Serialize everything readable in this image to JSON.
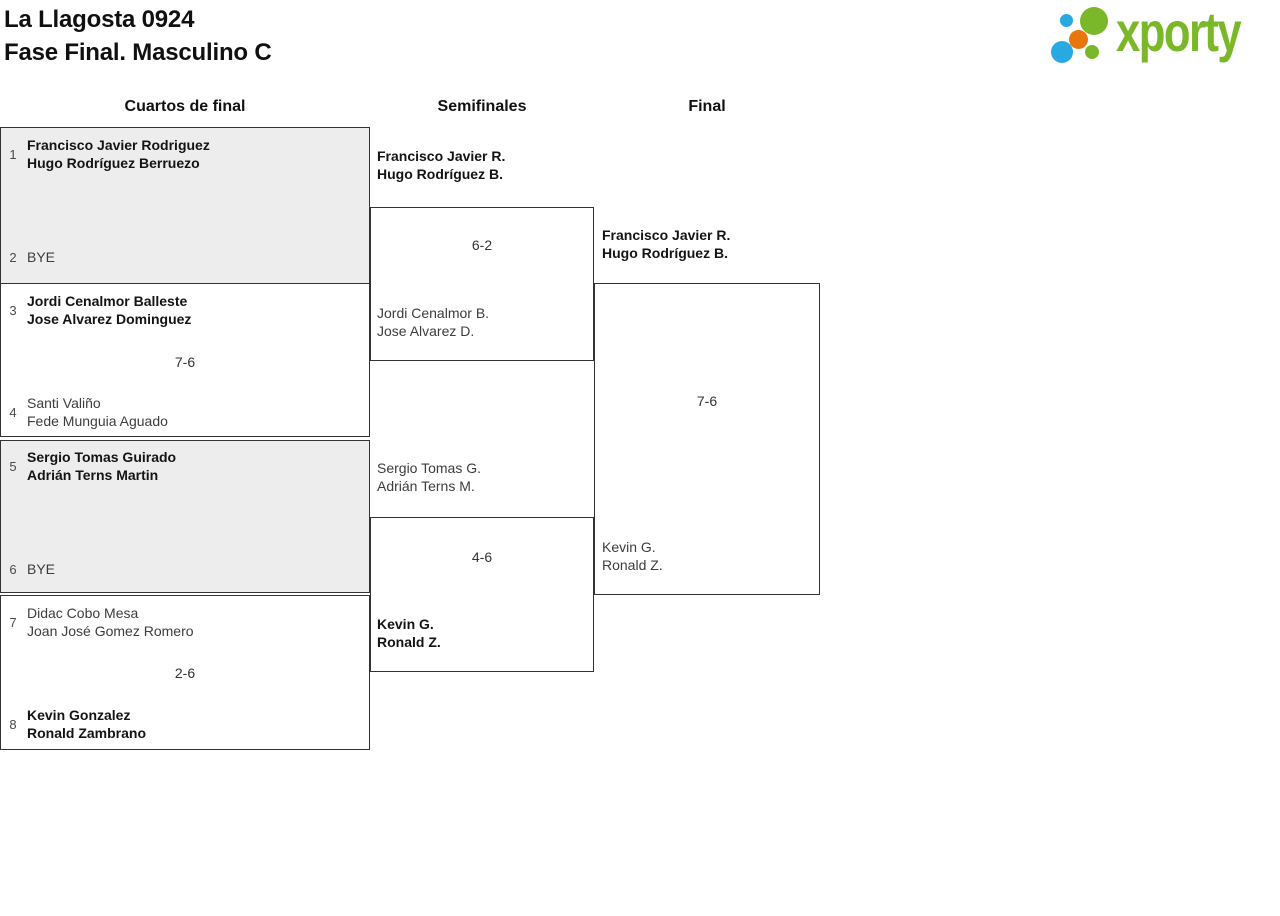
{
  "header": {
    "title_line1": "La Llagosta 0924",
    "title_line2": "Fase Final. Masculino C",
    "logo_text": "xporty"
  },
  "round_headers": [
    "Cuartos de final",
    "Semifinales",
    "Final"
  ],
  "quarterfinals": [
    {
      "score": "",
      "slots": [
        {
          "seed": "1",
          "lines": [
            "Francisco Javier Rodriguez",
            "Hugo Rodríguez Berruezo"
          ],
          "winner": true
        },
        {
          "seed": "2",
          "lines": [
            "BYE"
          ],
          "winner": false
        }
      ]
    },
    {
      "score": "7-6",
      "slots": [
        {
          "seed": "3",
          "lines": [
            "Jordi Cenalmor Balleste",
            "Jose Alvarez Dominguez"
          ],
          "winner": true
        },
        {
          "seed": "4",
          "lines": [
            "Santi Valiño",
            "Fede Munguia Aguado"
          ],
          "winner": false
        }
      ]
    },
    {
      "score": "",
      "slots": [
        {
          "seed": "5",
          "lines": [
            "Sergio Tomas Guirado",
            "Adrián Terns Martin"
          ],
          "winner": true
        },
        {
          "seed": "6",
          "lines": [
            "BYE"
          ],
          "winner": false
        }
      ]
    },
    {
      "score": "2-6",
      "slots": [
        {
          "seed": "7",
          "lines": [
            "Didac Cobo Mesa",
            "Joan José Gomez Romero"
          ],
          "winner": false
        },
        {
          "seed": "8",
          "lines": [
            "Kevin Gonzalez",
            "Ronald Zambrano"
          ],
          "winner": true
        }
      ]
    }
  ],
  "semifinals": [
    {
      "score": "6-2",
      "top": {
        "lines": [
          "Francisco Javier R.",
          "Hugo Rodríguez B."
        ],
        "winner": true
      },
      "bottom": {
        "lines": [
          "Jordi Cenalmor B.",
          "Jose Alvarez D."
        ],
        "winner": false
      }
    },
    {
      "score": "4-6",
      "top": {
        "lines": [
          "Sergio Tomas G.",
          "Adrián Terns M."
        ],
        "winner": false
      },
      "bottom": {
        "lines": [
          "Kevin G.",
          "Ronald Z."
        ],
        "winner": true
      }
    }
  ],
  "final": {
    "score": "7-6",
    "top": {
      "lines": [
        "Francisco Javier R.",
        "Hugo Rodríguez B."
      ],
      "winner": true
    },
    "bottom": {
      "lines": [
        "Kevin G.",
        "Ronald Z."
      ],
      "winner": false
    }
  },
  "colors": {
    "logo_green": "#7ab829",
    "logo_blue": "#29a9e1",
    "logo_orange": "#e8760f",
    "bye_block_bg": "#ededed",
    "border": "#333333",
    "winner_text": "#141414",
    "loser_text": "#3d3d3d"
  }
}
